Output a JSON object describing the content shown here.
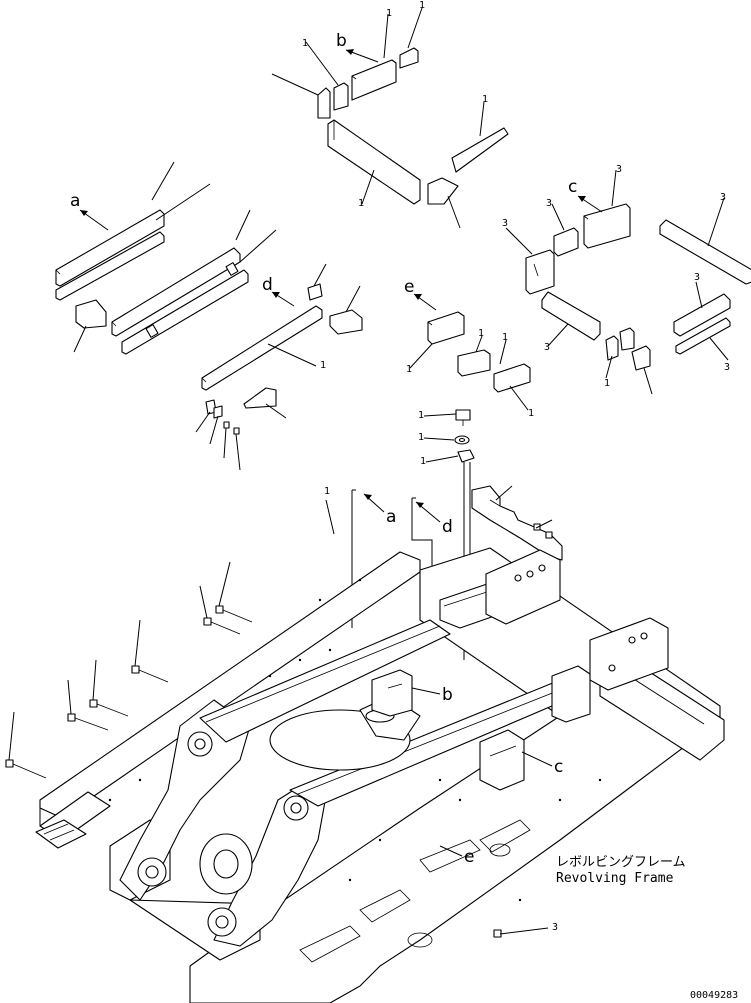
{
  "callouts": {
    "a_top": "a",
    "b_top": "b",
    "c_top": "c",
    "d_top": "d",
    "e_top": "e",
    "a_mid": "a",
    "d_mid": "d",
    "b_low": "b",
    "c_low": "c",
    "e_low": "e"
  },
  "caption": {
    "japanese": "レボルビングフレーム",
    "english": "Revolving Frame"
  },
  "drawing_number": "00049283"
}
